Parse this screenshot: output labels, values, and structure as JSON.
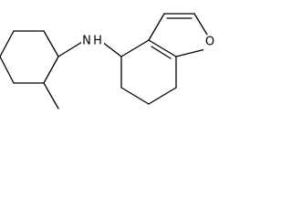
{
  "figure": {
    "atom_labels": {
      "amine_nitrogen": "N",
      "amine_hydrogen": "H",
      "furan_oxygen": "O"
    },
    "colors": {
      "background": "#ffffff",
      "ink": "#000000"
    }
  }
}
